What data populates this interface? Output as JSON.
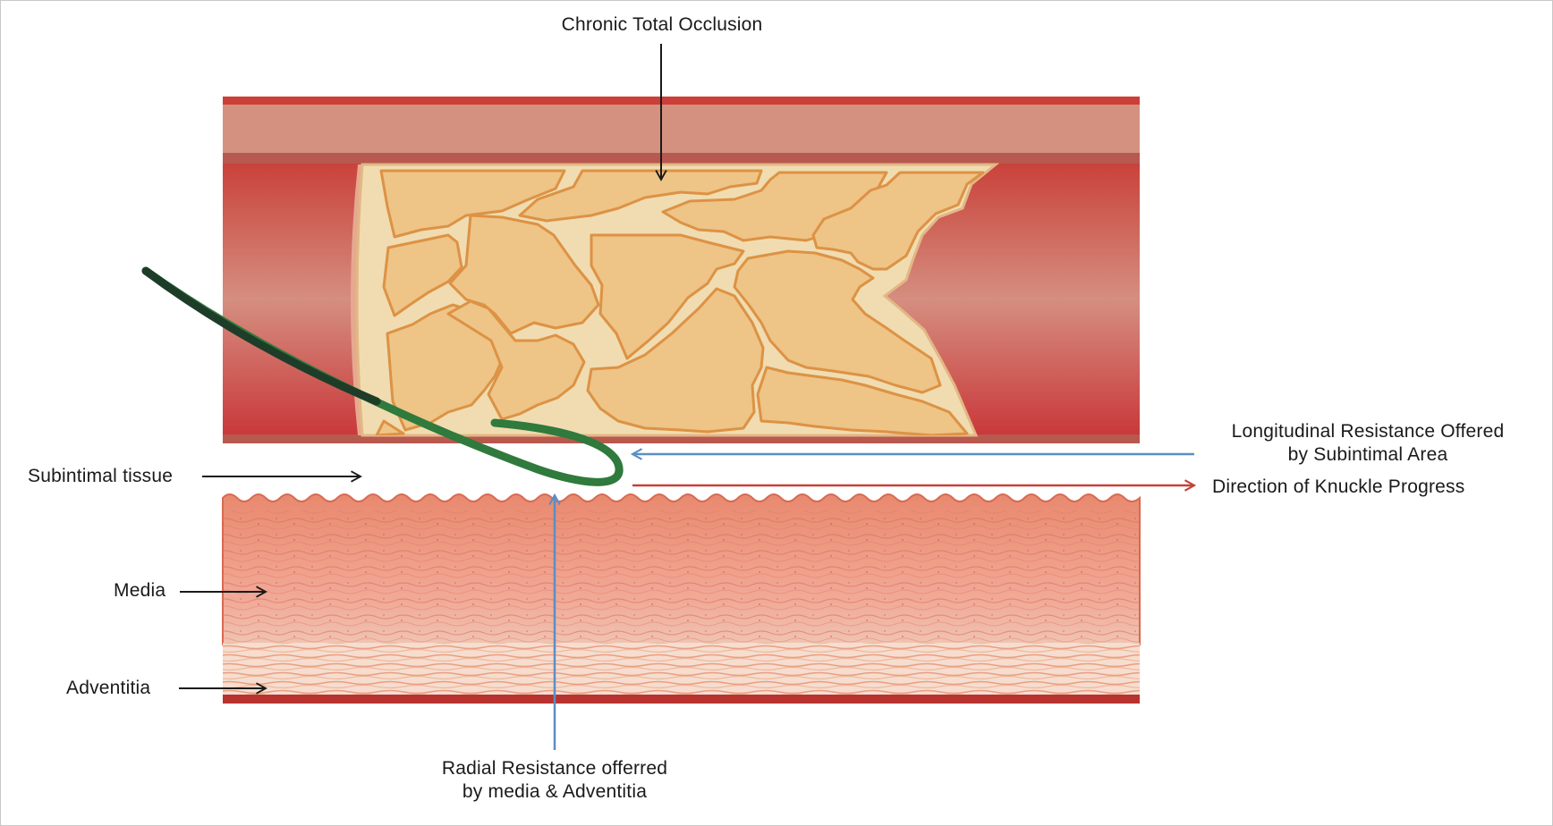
{
  "labels": {
    "cto": "Chronic Total Occlusion",
    "subintimal": "Subintimal tissue",
    "media": "Media",
    "adventitia": "Adventitia",
    "longitudinal_line1": "Longitudinal Resistance Offered",
    "longitudinal_line2": "by Subintimal Area",
    "direction": "Direction of Knuckle Progress",
    "radial_line1": "Radial Resistance offerred",
    "radial_line2": "by media & Adventitia"
  },
  "colors": {
    "vessel_red": "#cd3a33",
    "vessel_wall_pink": "#d4917f",
    "occlusion_fill": "#efc88a",
    "occlusion_outline": "#dd9244",
    "wire_green": "#2f7a3c",
    "wire_dark": "#1d3d29",
    "blue_arrow": "#5c8ec4",
    "red_arrow": "#c6403a",
    "black_arrow": "#1a1a1a"
  }
}
